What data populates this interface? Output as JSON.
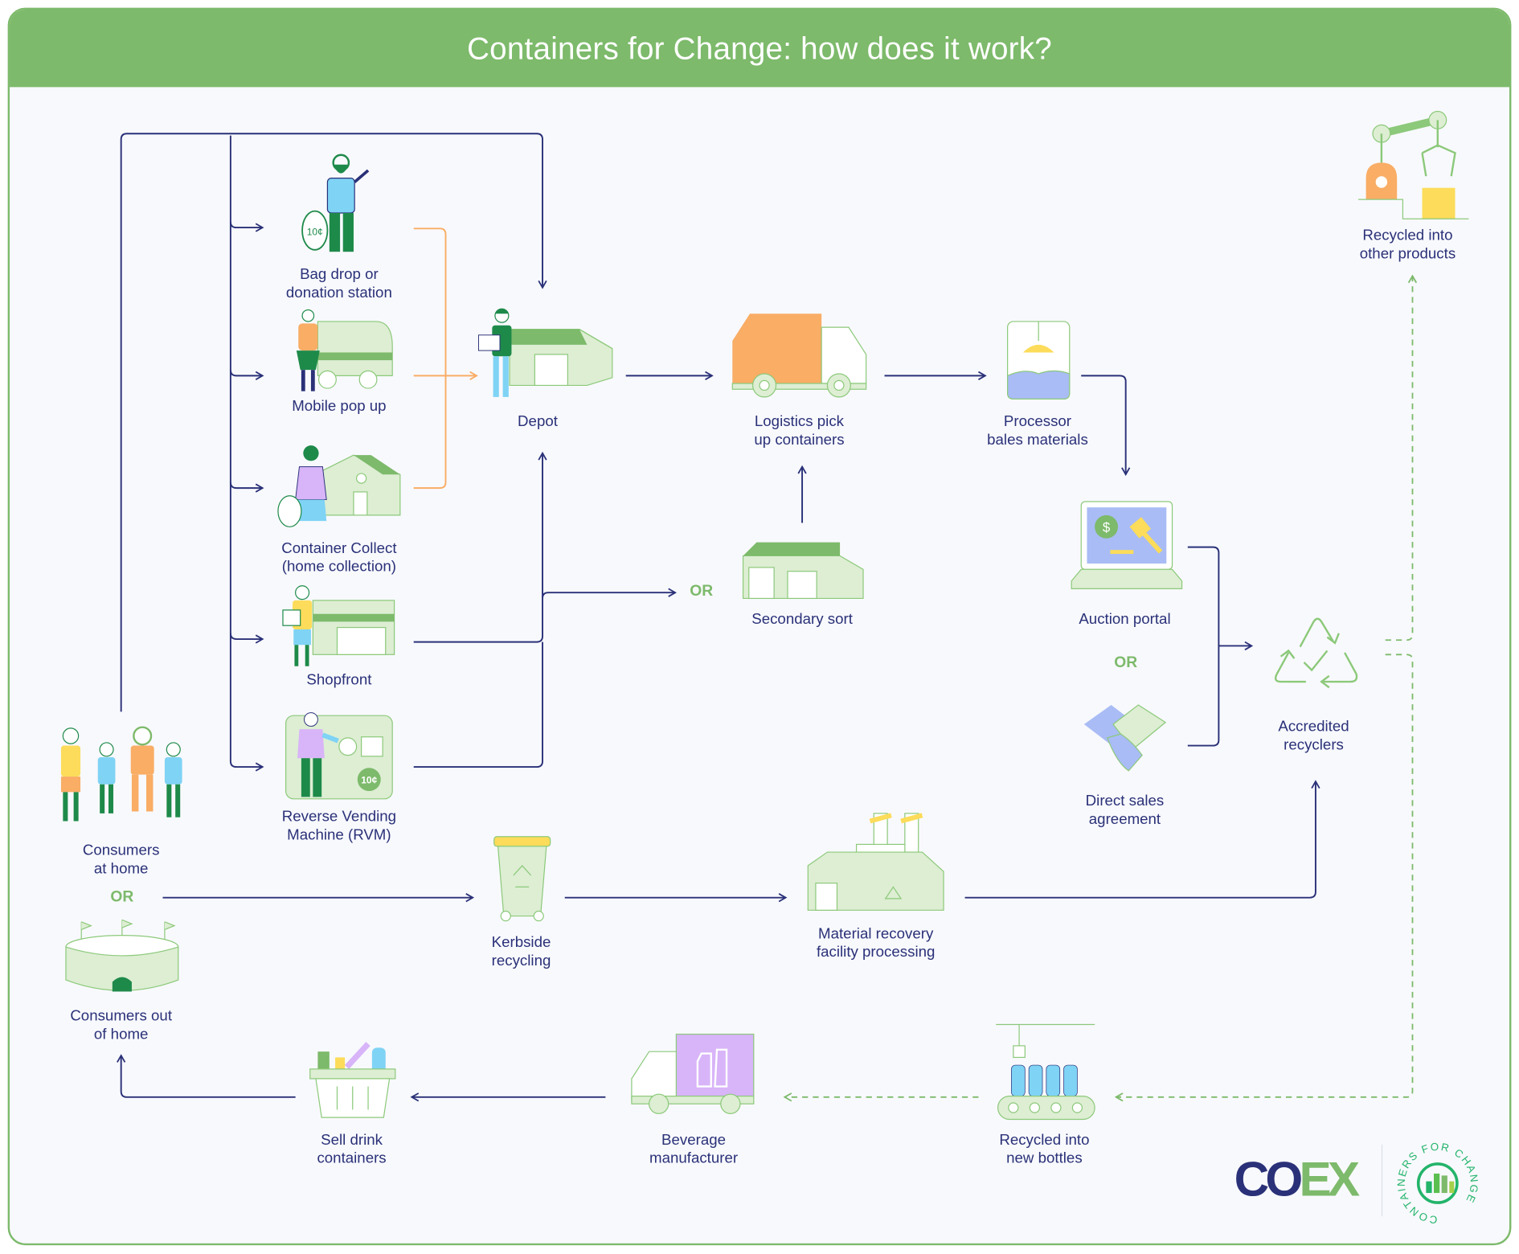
{
  "header": {
    "title": "Containers for Change: how does it work?"
  },
  "nodes": {
    "bag_drop": {
      "label": "Bag drop or\ndonation station",
      "badge": "10¢",
      "icon": "person-with-bag-icon"
    },
    "mobile_pop_up": {
      "label": "Mobile pop up",
      "icon": "van-icon"
    },
    "container_collect": {
      "label": "Container Collect\n(home collection)",
      "icon": "house-icon"
    },
    "shopfront": {
      "label": "Shopfront",
      "icon": "shop-icon"
    },
    "rvm": {
      "label": "Reverse Vending\nMachine (RVM)",
      "badge": "10¢",
      "icon": "vending-machine-icon"
    },
    "consumers_home": {
      "label": "Consumers\nat home",
      "icon": "family-icon"
    },
    "consumers_out": {
      "label": "Consumers out\nof home",
      "icon": "stadium-icon"
    },
    "depot": {
      "label": "Depot",
      "icon": "warehouse-icon"
    },
    "logistics": {
      "label": "Logistics pick\nup containers",
      "icon": "truck-icon"
    },
    "processor": {
      "label": "Processor\nbales materials",
      "icon": "baler-icon"
    },
    "secondary_sort": {
      "label": "Secondary sort",
      "icon": "warehouse-icon"
    },
    "auction": {
      "label": "Auction portal",
      "icon": "laptop-auction-icon"
    },
    "direct_sales": {
      "label": "Direct sales\nagreement",
      "icon": "handshake-icon"
    },
    "accredited": {
      "label": "Accredited\nrecyclers",
      "icon": "recycle-icon"
    },
    "other_products": {
      "label": "Recycled into\nother products",
      "icon": "robot-arm-icon"
    },
    "kerbside": {
      "label": "Kerbside\nrecycling",
      "icon": "wheelie-bin-icon"
    },
    "mrf": {
      "label": "Material recovery\nfacility processing",
      "icon": "factory-icon"
    },
    "new_bottles": {
      "label": "Recycled into\nnew bottles",
      "icon": "bottle-conveyor-icon"
    },
    "beverage": {
      "label": "Beverage\nmanufacturer",
      "icon": "delivery-truck-icon"
    },
    "sell": {
      "label": "Sell drink\ncontainers",
      "icon": "basket-icon"
    }
  },
  "or_labels": {
    "home": "OR",
    "sort": "OR",
    "auction": "OR"
  },
  "logos": {
    "coex_a": "CO",
    "coex_b": "EX",
    "c4c": "CONTAINERS FOR CHANGE"
  },
  "colors": {
    "brand_green": "#7dba6b",
    "navy": "#2a3178",
    "orange": "#f9ad65"
  }
}
